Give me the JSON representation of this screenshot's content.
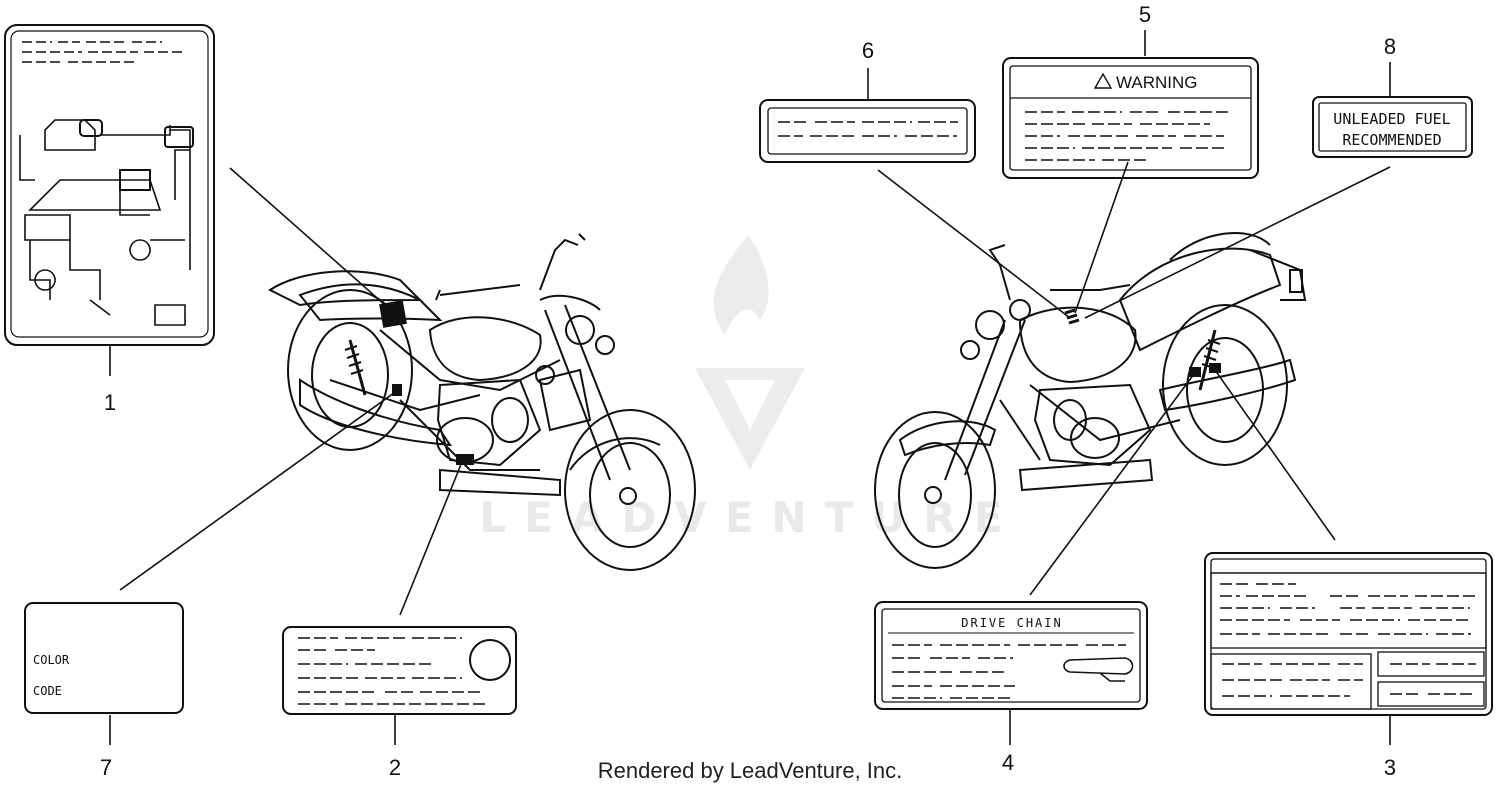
{
  "callouts": [
    "1",
    "2",
    "3",
    "4",
    "5",
    "6",
    "7",
    "8"
  ],
  "labels": {
    "warning_title": "WARNING",
    "drive_chain_title": "DRIVE CHAIN",
    "fuel_line1": "UNLEADED FUEL",
    "fuel_line2": "RECOMMENDED",
    "color_line": "COLOR",
    "code_line": "CODE"
  },
  "watermark": "LEADVENTURE",
  "footer": "Rendered by LeadVenture, Inc.",
  "colors": {
    "ink": "#111111",
    "watermark": "#e9e9e9"
  }
}
